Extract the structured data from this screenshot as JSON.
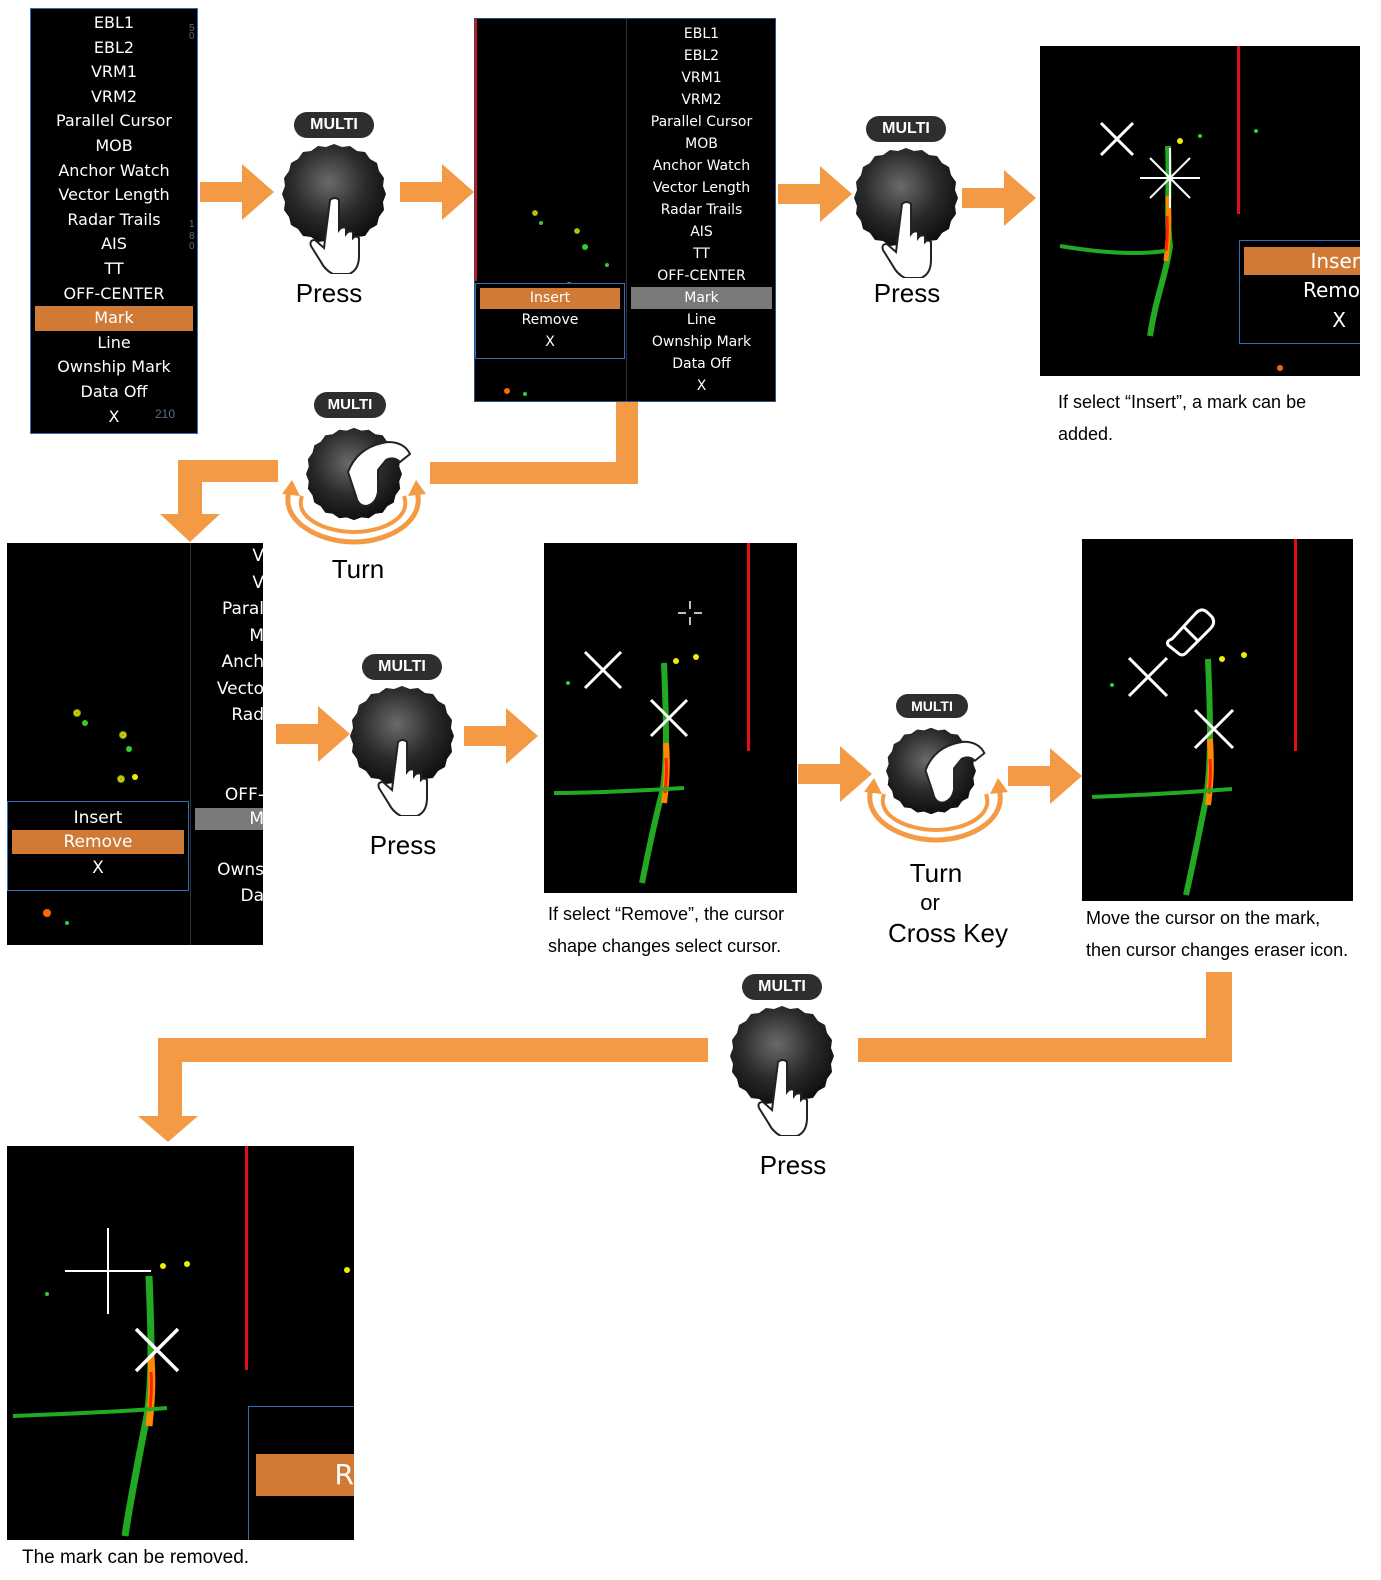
{
  "colors": {
    "arrow": "#f49a44",
    "highlight": "#d07a35",
    "menu_border": "#2f6fb5",
    "radar_bg": "#000000",
    "red_line": "#e01010"
  },
  "menu": {
    "items": [
      "EBL1",
      "EBL2",
      "VRM1",
      "VRM2",
      "Parallel Cursor",
      "MOB",
      "Anchor Watch",
      "Vector Length",
      "Radar Trails",
      "AIS",
      "TT",
      "OFF-CENTER",
      "Mark",
      "Line",
      "Ownship Mark",
      "Data Off",
      "X"
    ],
    "selected": "Mark",
    "scale_marks": [
      "5",
      "0",
      "1",
      "8",
      "0",
      "210"
    ]
  },
  "knob": {
    "label": "MULTI"
  },
  "actions": {
    "press": "Press",
    "turn": "Turn",
    "or": "or",
    "cross_key": "Cross Key"
  },
  "submenu": {
    "items": [
      "Insert",
      "Remove",
      "X"
    ]
  },
  "panel_insert_partial": {
    "items": [
      "Inser",
      "Remo",
      "X"
    ]
  },
  "panel_remove_menu_partial": [
    "V",
    "V",
    "Paral",
    "M",
    "Anch",
    "Vecto",
    "Rad",
    "",
    "",
    "OFF-",
    "M",
    "",
    "Owns",
    "Da"
  ],
  "panel_final_partial": "R",
  "captions": {
    "insert": "If select “Insert”, a mark can be added.",
    "remove": "If select “Remove”, the cursor shape changes select cursor.",
    "eraser": "Move the cursor on the mark, then cursor changes eraser icon.",
    "removed": "The mark can be removed."
  },
  "icons": [
    "multi-knob-icon",
    "press-hand-icon",
    "turn-hand-icon",
    "mark-x-icon",
    "select-cursor-icon",
    "eraser-icon",
    "crosshair-cursor-icon"
  ]
}
